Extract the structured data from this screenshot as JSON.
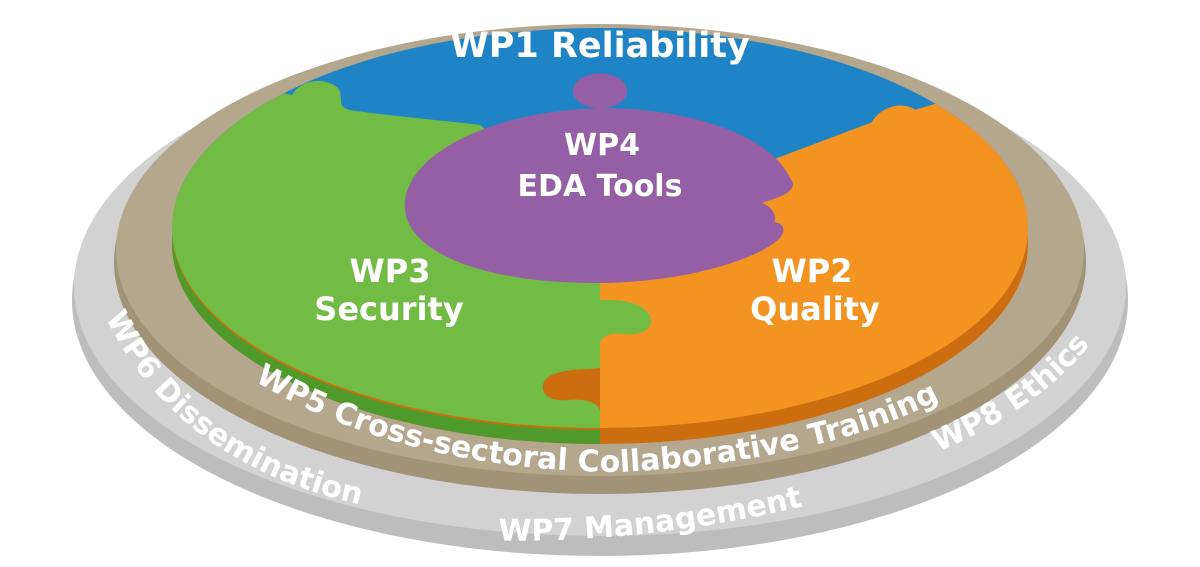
{
  "diagram": {
    "wp1": {
      "label": "WP1 Reliability"
    },
    "wp2": {
      "line1": "WP2",
      "line2": "Quality"
    },
    "wp3": {
      "line1": "WP3",
      "line2": "Security"
    },
    "wp4": {
      "line1": "WP4",
      "line2": "EDA Tools"
    },
    "wp5": {
      "label": "WP5 Cross-sectoral Collaborative Training"
    },
    "wp6": {
      "label": "WP6 Dissemination"
    },
    "wp7": {
      "label": "WP7 Management"
    },
    "wp8": {
      "label": "WP8 Ethics"
    }
  },
  "colors": {
    "wp1_blue": "#1e84c6",
    "wp2_orange": "#f39322",
    "wp3_green": "#72bb44",
    "wp4_purple": "#955fa6",
    "wp5_tan": "#b5a78e",
    "outer_gray": "#d2d2d3"
  }
}
